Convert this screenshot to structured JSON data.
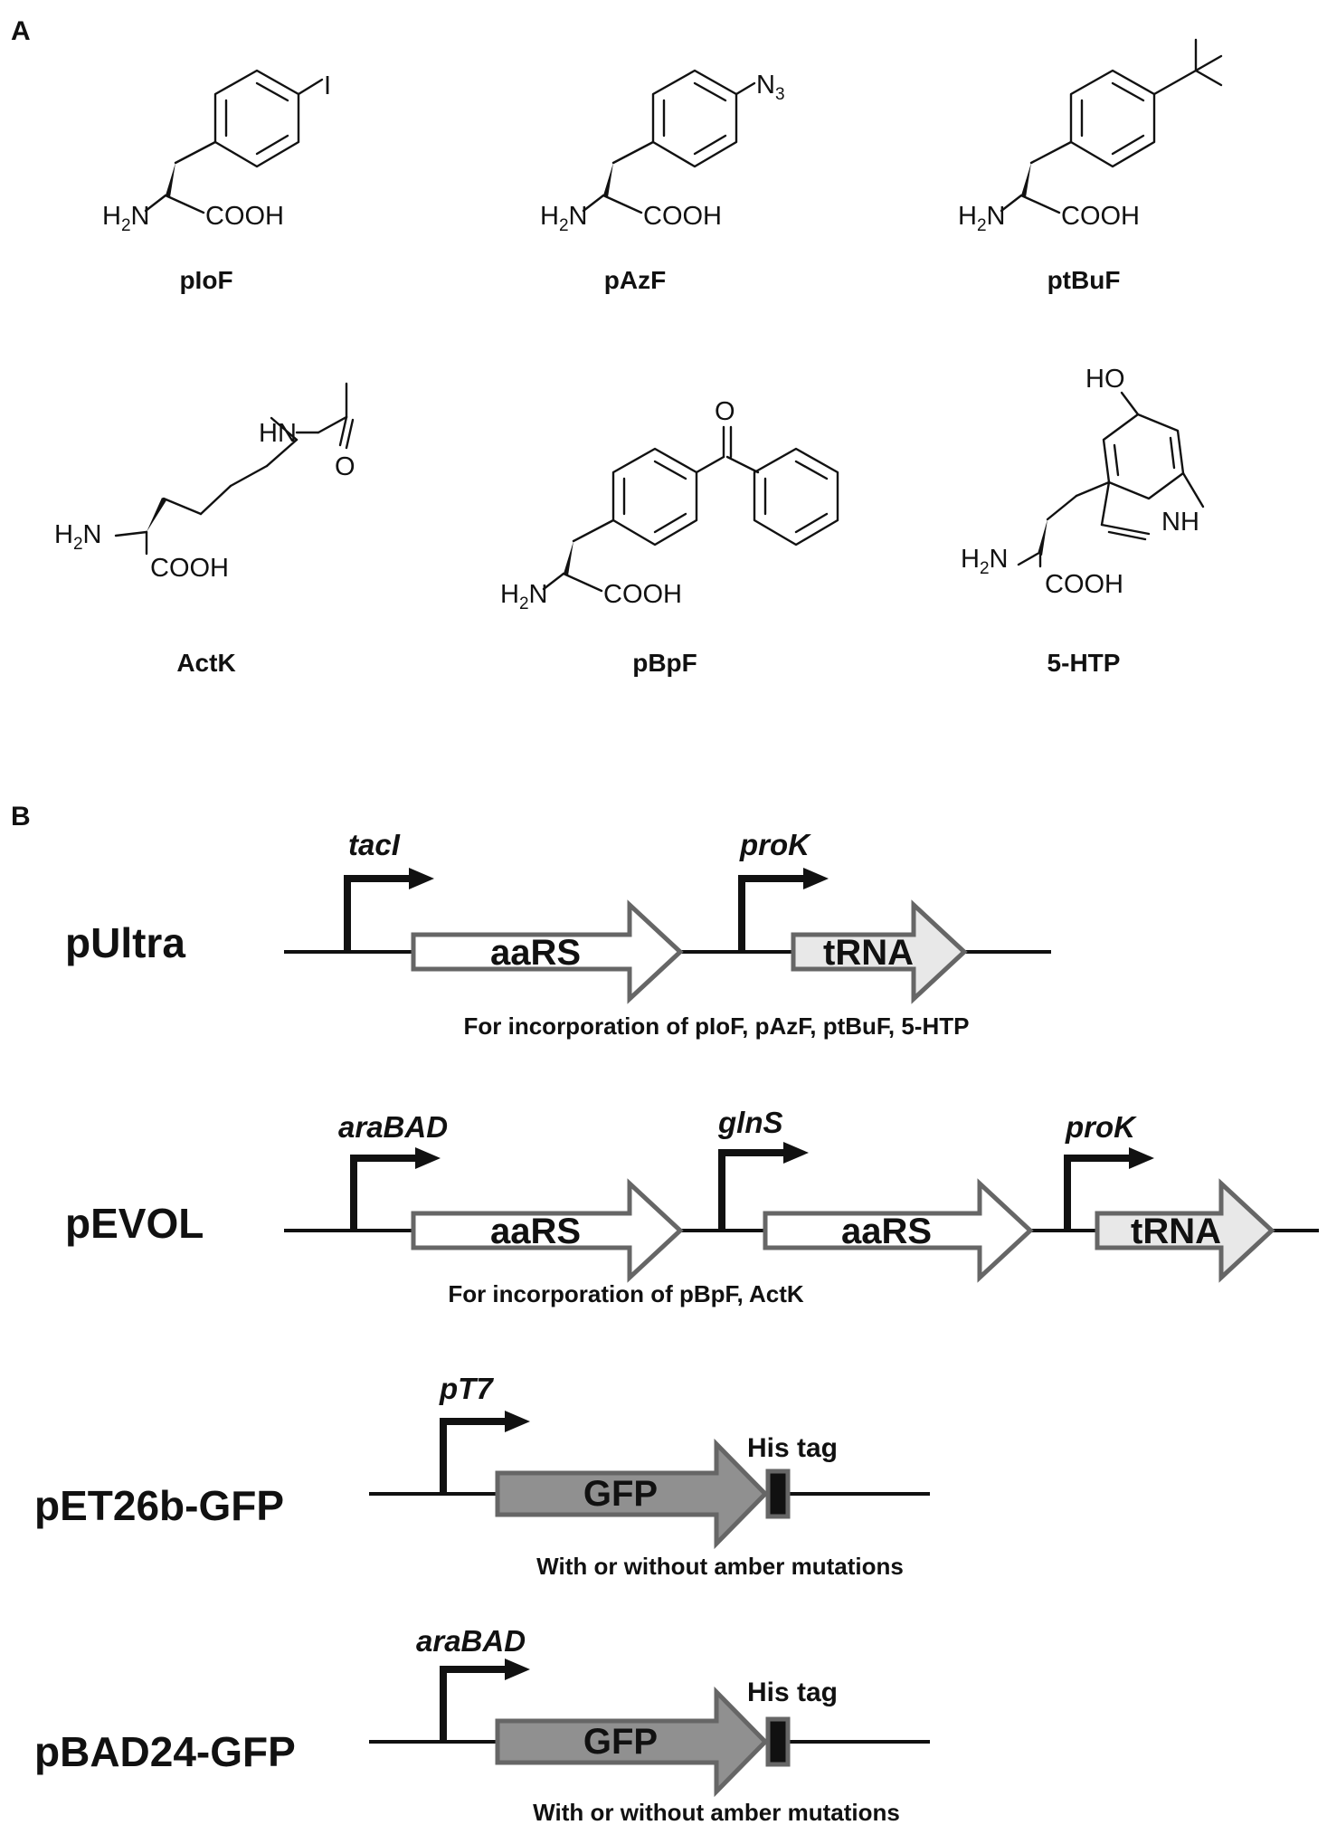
{
  "panel_a": {
    "label": "A",
    "common": {
      "amine": "H2N",
      "acid": "COOH"
    },
    "compounds": [
      {
        "name": "pIoF",
        "substituent": "I"
      },
      {
        "name": "pAzF",
        "substituent": "N3"
      },
      {
        "name": "ptBuF",
        "substituent": ""
      },
      {
        "name": "ActK",
        "substituent": "HN",
        "oxygen": "O"
      },
      {
        "name": "pBpF",
        "substituent": "O"
      },
      {
        "name": "5-HTP",
        "hydroxyl": "HO",
        "ring_nh": "NH"
      }
    ]
  },
  "panel_b": {
    "label": "B",
    "constructs": [
      {
        "name": "pUltra",
        "promoters": [
          "tacI",
          "proK"
        ],
        "genes": [
          "aaRS",
          "tRNA"
        ],
        "caption": "For incorporation of pIoF, pAzF, ptBuF, 5-HTP"
      },
      {
        "name": "pEVOL",
        "promoters": [
          "araBAD",
          "glnS",
          "proK"
        ],
        "genes": [
          "aaRS",
          "aaRS",
          "tRNA"
        ],
        "caption": "For incorporation of pBpF, ActK"
      },
      {
        "name": "pET26b-GFP",
        "promoters": [
          "pT7"
        ],
        "genes": [
          "GFP"
        ],
        "tag": "His tag",
        "caption": "With or without amber mutations"
      },
      {
        "name": "pBAD24-GFP",
        "promoters": [
          "araBAD"
        ],
        "genes": [
          "GFP"
        ],
        "tag": "His tag",
        "caption": "With or without amber mutations"
      }
    ]
  },
  "colors": {
    "ink": "#111111",
    "gene_outline": "#666666",
    "gene_fill_light": "#e8e8e8",
    "gene_fill_dark": "#909090"
  }
}
